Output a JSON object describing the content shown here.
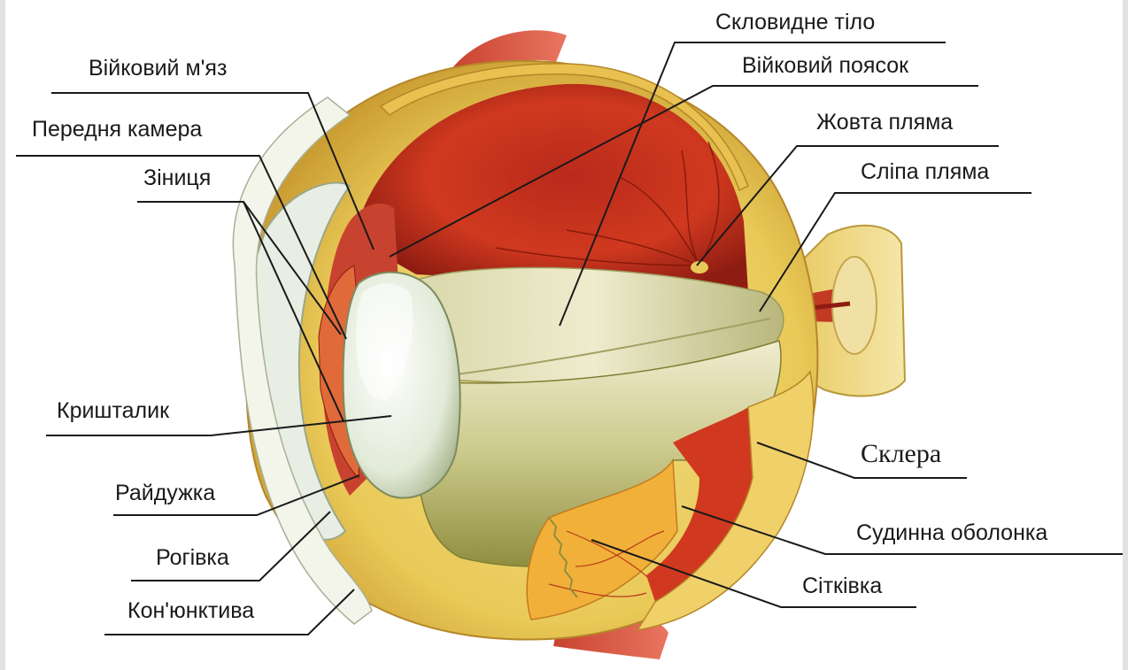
{
  "diagram": {
    "labels": {
      "vitreous_body": "Скловидне тіло",
      "ciliary_muscle": "Війковий м'яз",
      "ciliary_zonule": "Війковий поясок",
      "anterior_chamber": "Передня камера",
      "macula": "Жовта пляма",
      "pupil": "Зіниця",
      "blind_spot": "Сліпа пляма",
      "lens": "Кришталик",
      "sclera": "Склера",
      "iris": "Райдужка",
      "choroid": "Судинна оболонка",
      "cornea": "Рогівка",
      "retina": "Сітківка",
      "conjunctiva": "Кон'юнктива"
    }
  }
}
